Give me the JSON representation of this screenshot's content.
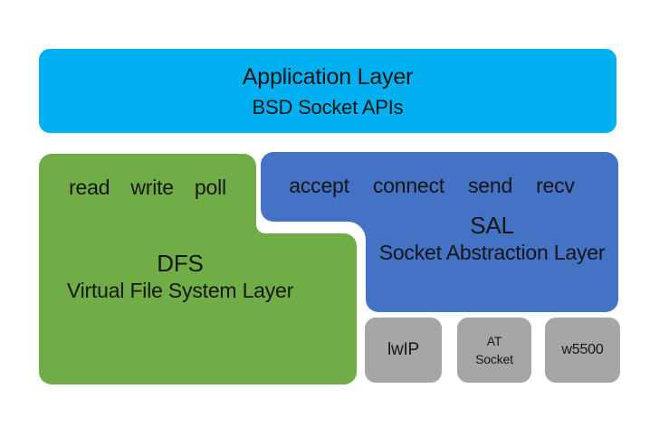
{
  "colors": {
    "background": "#ffffff",
    "cyan": "#00b0f0",
    "green": "#70ad47",
    "blue": "#4472c4",
    "gray": "#a6a6a6",
    "text": "#161616"
  },
  "application_layer": {
    "title": "Application Layer",
    "subtitle": "BSD Socket APIs"
  },
  "dfs_layer": {
    "apis": [
      "read",
      "write",
      "poll"
    ],
    "abbr": "DFS",
    "name": "Virtual File System Layer"
  },
  "sal_layer": {
    "apis": [
      "accept",
      "connect",
      "send",
      "recv"
    ],
    "abbr": "SAL",
    "name": "Socket Abstraction Layer"
  },
  "protocol_stacks": [
    {
      "lines": [
        "lwIP"
      ]
    },
    {
      "lines": [
        "AT",
        "Socket"
      ]
    },
    {
      "lines": [
        "w5500"
      ]
    }
  ]
}
